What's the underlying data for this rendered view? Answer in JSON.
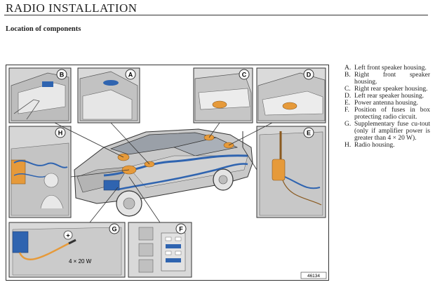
{
  "page": {
    "title": "RADIO INSTALLATION",
    "section_heading": "Location of components"
  },
  "figure": {
    "callouts": [
      "A",
      "B",
      "C",
      "D",
      "E",
      "F",
      "G",
      "H"
    ],
    "amp_label": "4 × 20 W",
    "plus_symbol": "+",
    "ref_number": "46134"
  },
  "legend": [
    {
      "key": "A.",
      "text": "Left front speaker housing."
    },
    {
      "key": "B.",
      "text": "Right front speaker housing."
    },
    {
      "key": "C.",
      "text": "Right rear speaker housing."
    },
    {
      "key": "D.",
      "text": "Left rear speaker housing."
    },
    {
      "key": "E.",
      "text": "Power antenna housing."
    },
    {
      "key": "F.",
      "text": "Position of fuses in box protecting radio circuit."
    },
    {
      "key": "G.",
      "text": "Supplementary fuse cu-tout (only if amplifier power is greater than 4 × 20 W)."
    },
    {
      "key": "H.",
      "text": "Radio housing."
    }
  ],
  "colors": {
    "speaker_orange": "#e69a3a",
    "wire_blue": "#2f64b0",
    "panel_gray": "#cfcfcf"
  }
}
